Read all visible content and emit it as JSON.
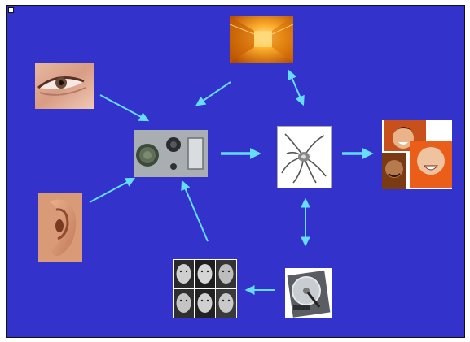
{
  "diagram": {
    "background_color": "#3333cc",
    "arrow_color": "#66ddff",
    "nodes": [
      {
        "id": "eye",
        "icon": "eye-photo-icon"
      },
      {
        "id": "ear",
        "icon": "ear-photo-icon"
      },
      {
        "id": "corridor",
        "icon": "corridor-photo-icon"
      },
      {
        "id": "sensors",
        "icon": "sensor-module-photo-icon"
      },
      {
        "id": "brain-sketch",
        "icon": "neuron-sketch-icon"
      },
      {
        "id": "people",
        "icon": "expressive-faces-photo-icon"
      },
      {
        "id": "face-grid",
        "icon": "face-grid-photo-icon"
      },
      {
        "id": "hard-drive",
        "icon": "hard-drive-photo-icon"
      }
    ],
    "edges": [
      {
        "from": "eye",
        "to": "sensors",
        "direction": "one-way"
      },
      {
        "from": "ear",
        "to": "sensors",
        "direction": "one-way"
      },
      {
        "from": "corridor",
        "to": "sensors",
        "direction": "one-way"
      },
      {
        "from": "face-grid",
        "to": "sensors",
        "direction": "one-way"
      },
      {
        "from": "sensors",
        "to": "brain-sketch",
        "direction": "one-way"
      },
      {
        "from": "brain-sketch",
        "to": "people",
        "direction": "one-way"
      },
      {
        "from": "corridor",
        "to": "brain-sketch",
        "direction": "two-way"
      },
      {
        "from": "brain-sketch",
        "to": "hard-drive",
        "direction": "two-way"
      },
      {
        "from": "hard-drive",
        "to": "face-grid",
        "direction": "one-way"
      }
    ]
  }
}
